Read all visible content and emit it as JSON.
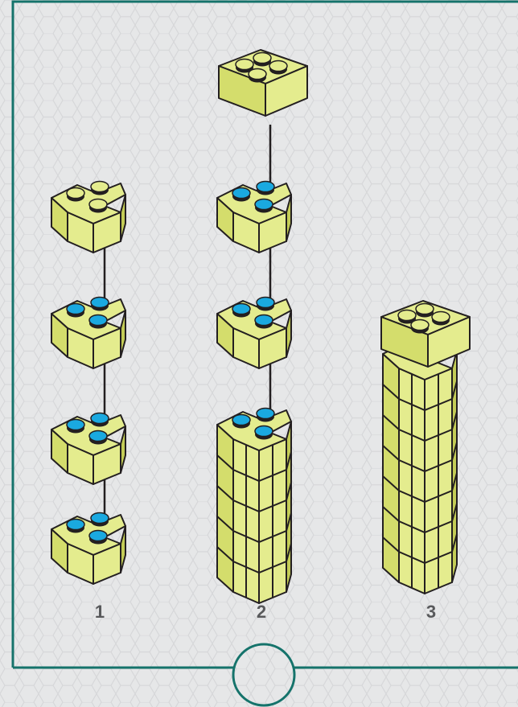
{
  "steps": [
    {
      "label": "1",
      "pieces": [
        "corner-brick",
        "corner-brick",
        "corner-brick",
        "corner-brick"
      ]
    },
    {
      "label": "2",
      "pieces": [
        "square-brick-2x2",
        "corner-brick",
        "corner-brick",
        "corner-column-5-high"
      ]
    },
    {
      "label": "3",
      "pieces": [
        "assembled-column-with-square-cap"
      ]
    }
  ],
  "colors": {
    "brick_fill": "#e4ec8e",
    "brick_side": "#d4dd6c",
    "brick_dark": "#c3cc56",
    "stud_connection": "#1aa9e0",
    "stud_top": "#e4ec8e",
    "frame": "#15736b",
    "background": "#e6e7e8",
    "label": "#58595b"
  }
}
